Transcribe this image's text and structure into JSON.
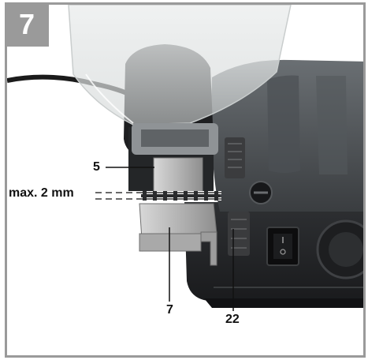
{
  "figure": {
    "number": "7"
  },
  "callouts": {
    "part_5": "5",
    "max_gap": "max. 2 mm",
    "part_7": "7",
    "part_22": "22"
  },
  "colors": {
    "frame": "#9a9a9a",
    "badge_text": "#ffffff",
    "label_text": "#111111"
  }
}
